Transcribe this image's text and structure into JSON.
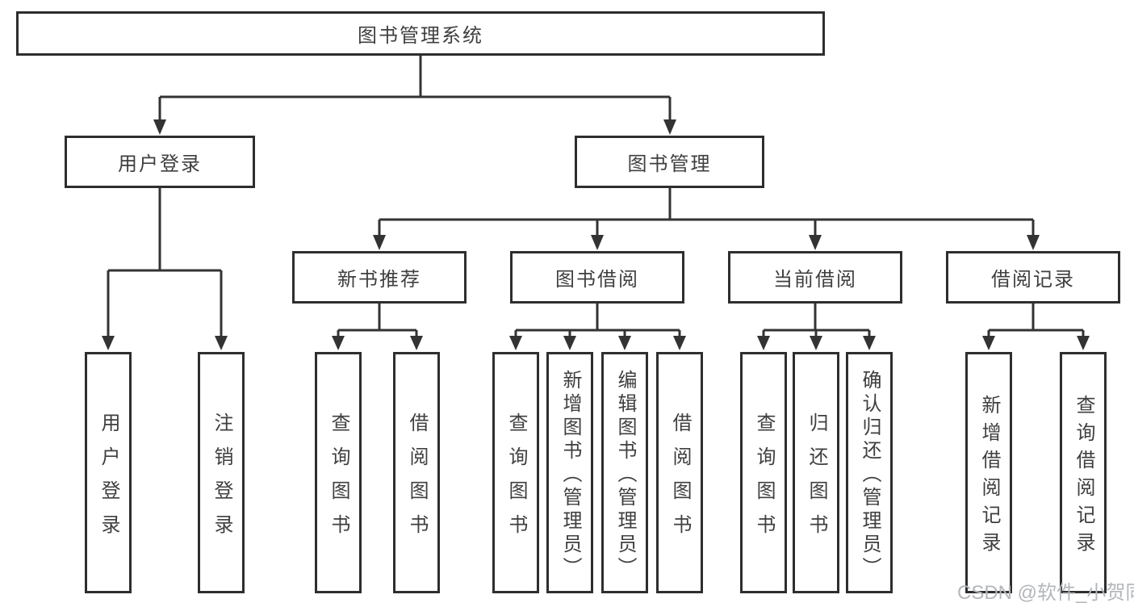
{
  "tree": {
    "root": {
      "label": "图书管理系统",
      "children": [
        {
          "label": "用户登录",
          "children": [
            {
              "label": "用户登录"
            },
            {
              "label": "注销登录"
            }
          ]
        },
        {
          "label": "图书管理",
          "children": [
            {
              "label": "新书推荐",
              "children": [
                {
                  "label": "查询图书"
                },
                {
                  "label": "借阅图书"
                }
              ]
            },
            {
              "label": "图书借阅",
              "children": [
                {
                  "label": "查询图书"
                },
                {
                  "label": "新增图书（管理员）"
                },
                {
                  "label": "编辑图书（管理员）"
                },
                {
                  "label": "借阅图书"
                }
              ]
            },
            {
              "label": "当前借阅",
              "children": [
                {
                  "label": "查询图书"
                },
                {
                  "label": "归还图书"
                },
                {
                  "label": "确认归还（管理员）"
                }
              ]
            },
            {
              "label": "借阅记录",
              "children": [
                {
                  "label": "新增借阅记录"
                },
                {
                  "label": "查询借阅记录"
                }
              ]
            }
          ]
        }
      ]
    }
  },
  "watermark": {
    "text": "CSDN @软件_小贺同学"
  },
  "colors": {
    "bg": "#ffffff",
    "line": "#333333",
    "border": "#2e2e2e",
    "text": "#3f3f3f",
    "watermark": "#b3b6ba"
  }
}
